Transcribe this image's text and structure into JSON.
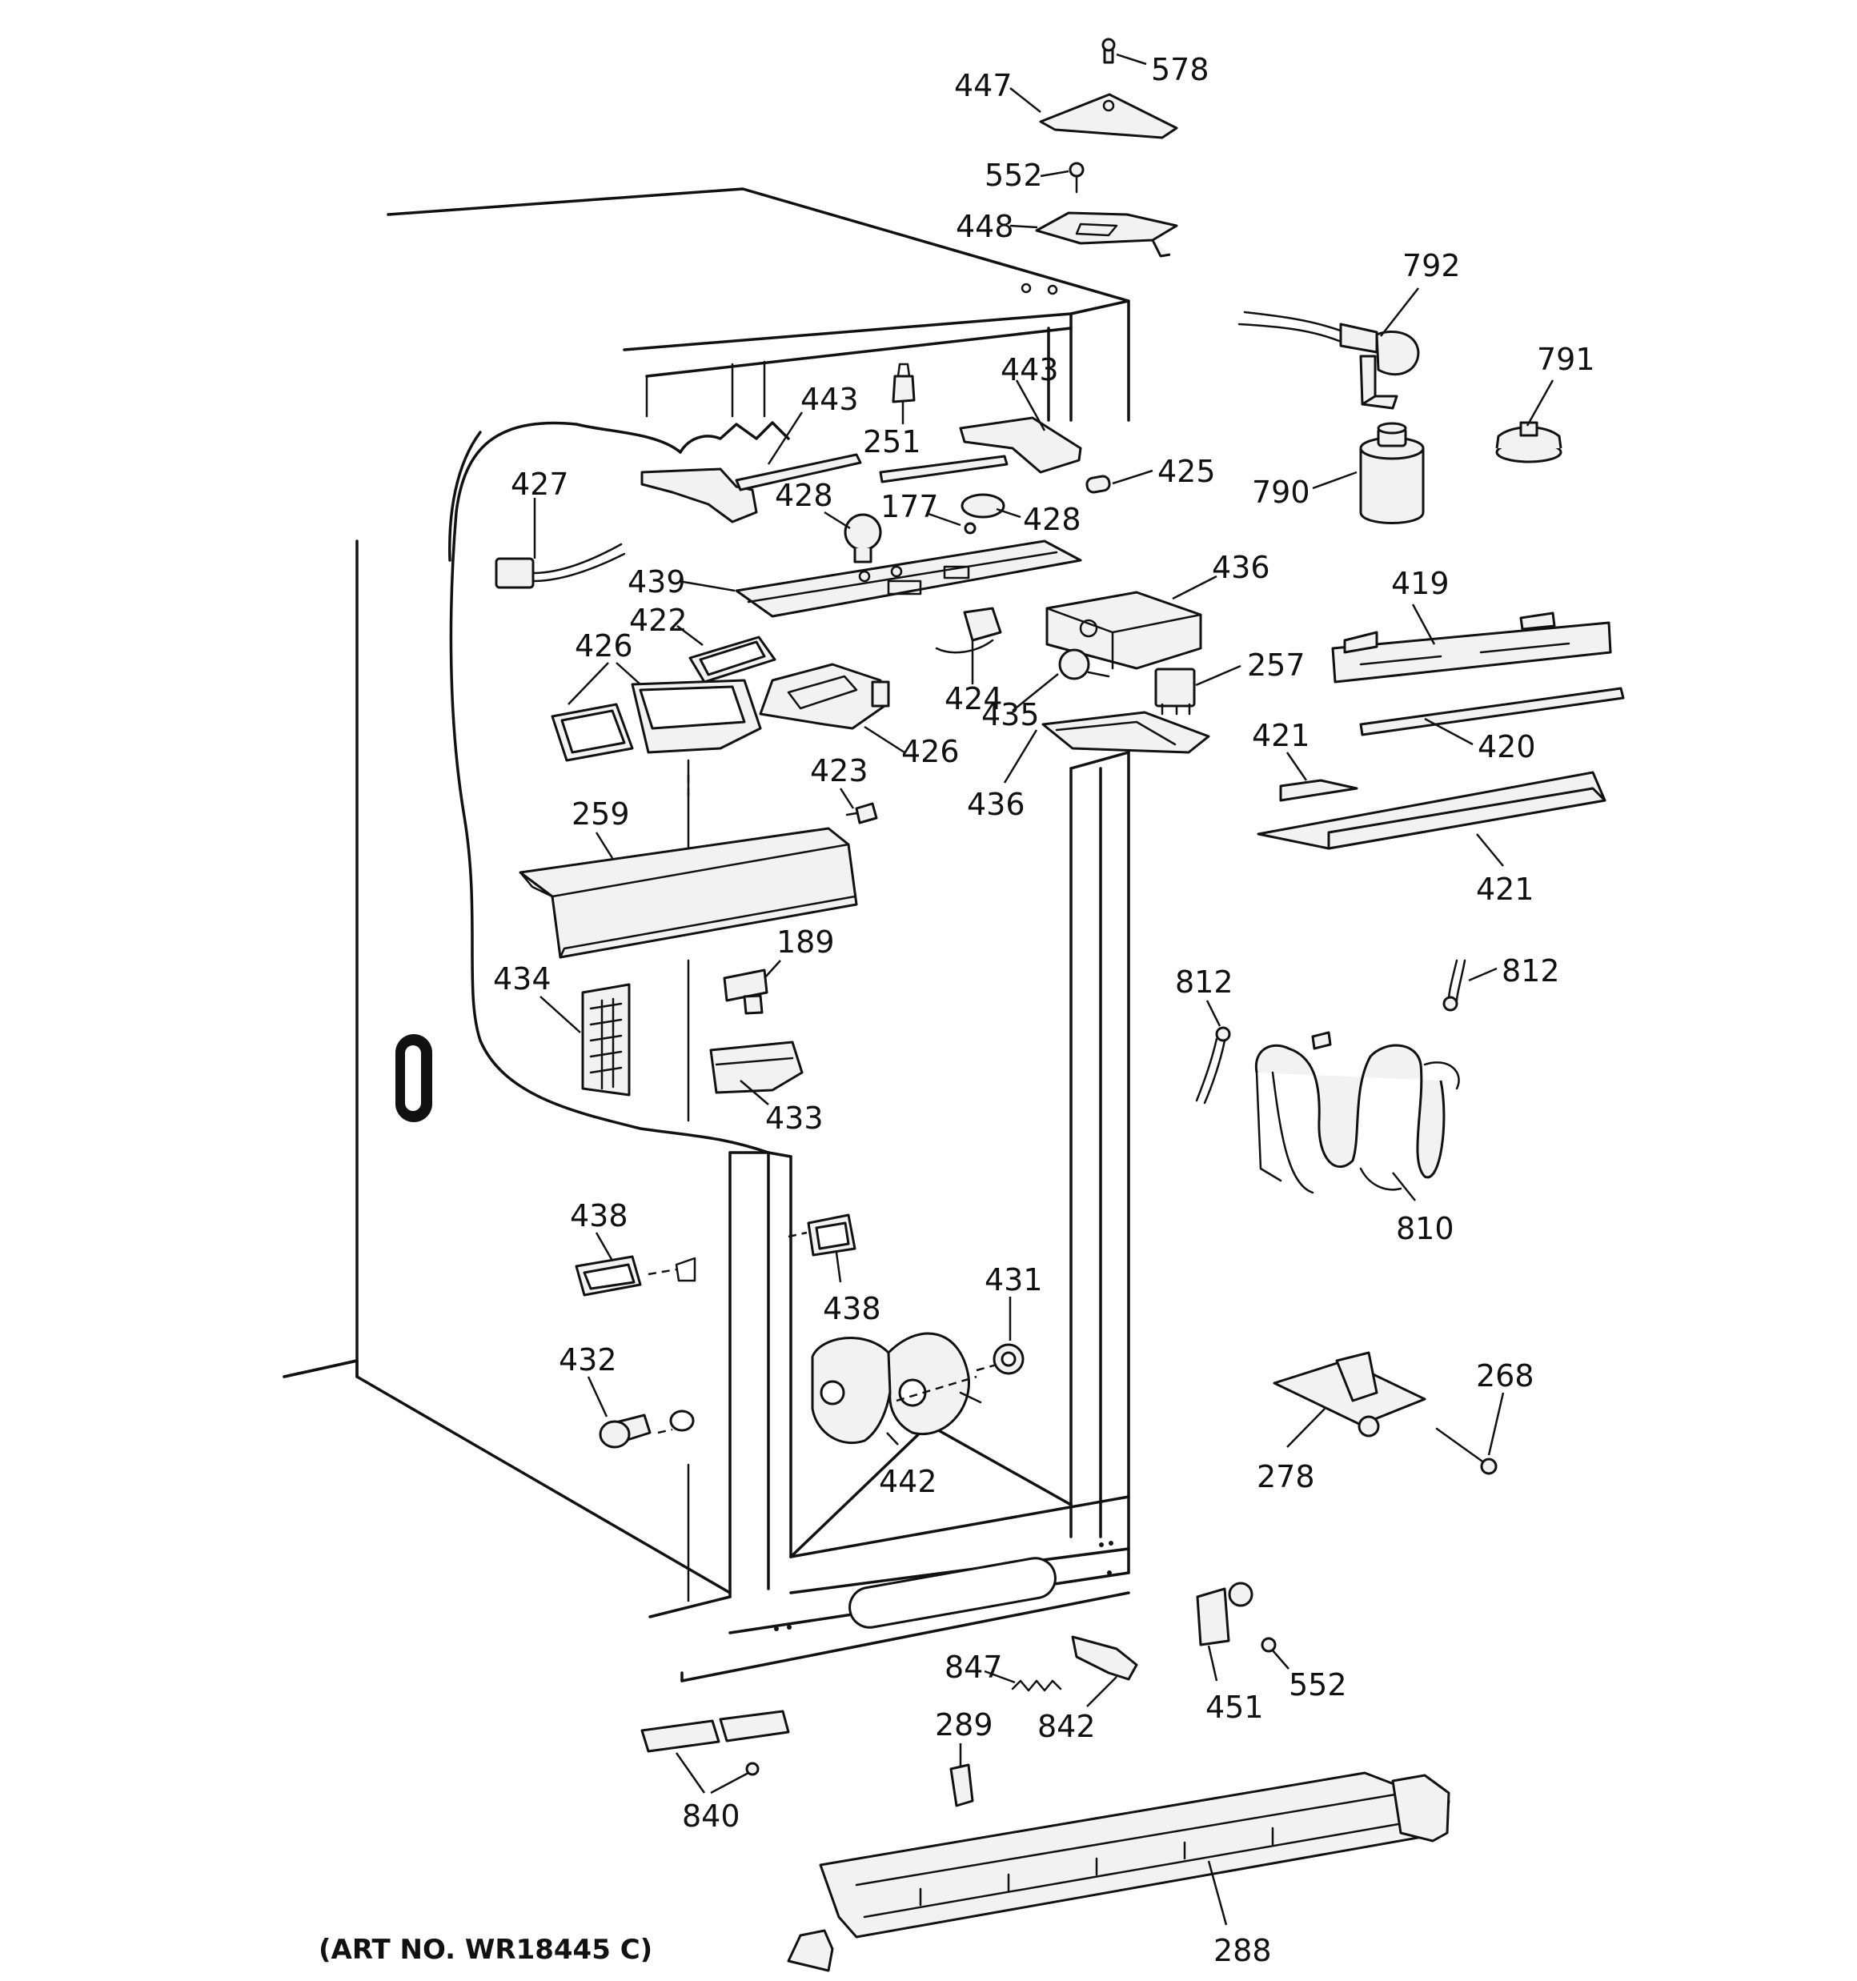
{
  "art_number": "(ART NO. WR18445 C)",
  "labels": {
    "p578": "578",
    "p447": "447",
    "p552a": "552",
    "p448": "448",
    "p792": "792",
    "p791": "791",
    "p790": "790",
    "p443a": "443",
    "p443b": "443",
    "p251": "251",
    "p425": "425",
    "p427": "427",
    "p428a": "428",
    "p177": "177",
    "p428b": "428",
    "p439": "439",
    "p436a": "436",
    "p422": "422",
    "p426a": "426",
    "p426b": "426",
    "p424": "424",
    "p435": "435",
    "p257": "257",
    "p419": "419",
    "p420": "420",
    "p421a": "421",
    "p421b": "421",
    "p436b": "436",
    "p423": "423",
    "p259": "259",
    "p189": "189",
    "p434": "434",
    "p433": "433",
    "p812a": "812",
    "p812b": "812",
    "p810": "810",
    "p438a": "438",
    "p438b": "438",
    "p431": "431",
    "p432": "432",
    "p442": "442",
    "p268": "268",
    "p278": "278",
    "p847": "847",
    "p451": "451",
    "p552b": "552",
    "p842": "842",
    "p289": "289",
    "p840": "840",
    "p288": "288"
  }
}
